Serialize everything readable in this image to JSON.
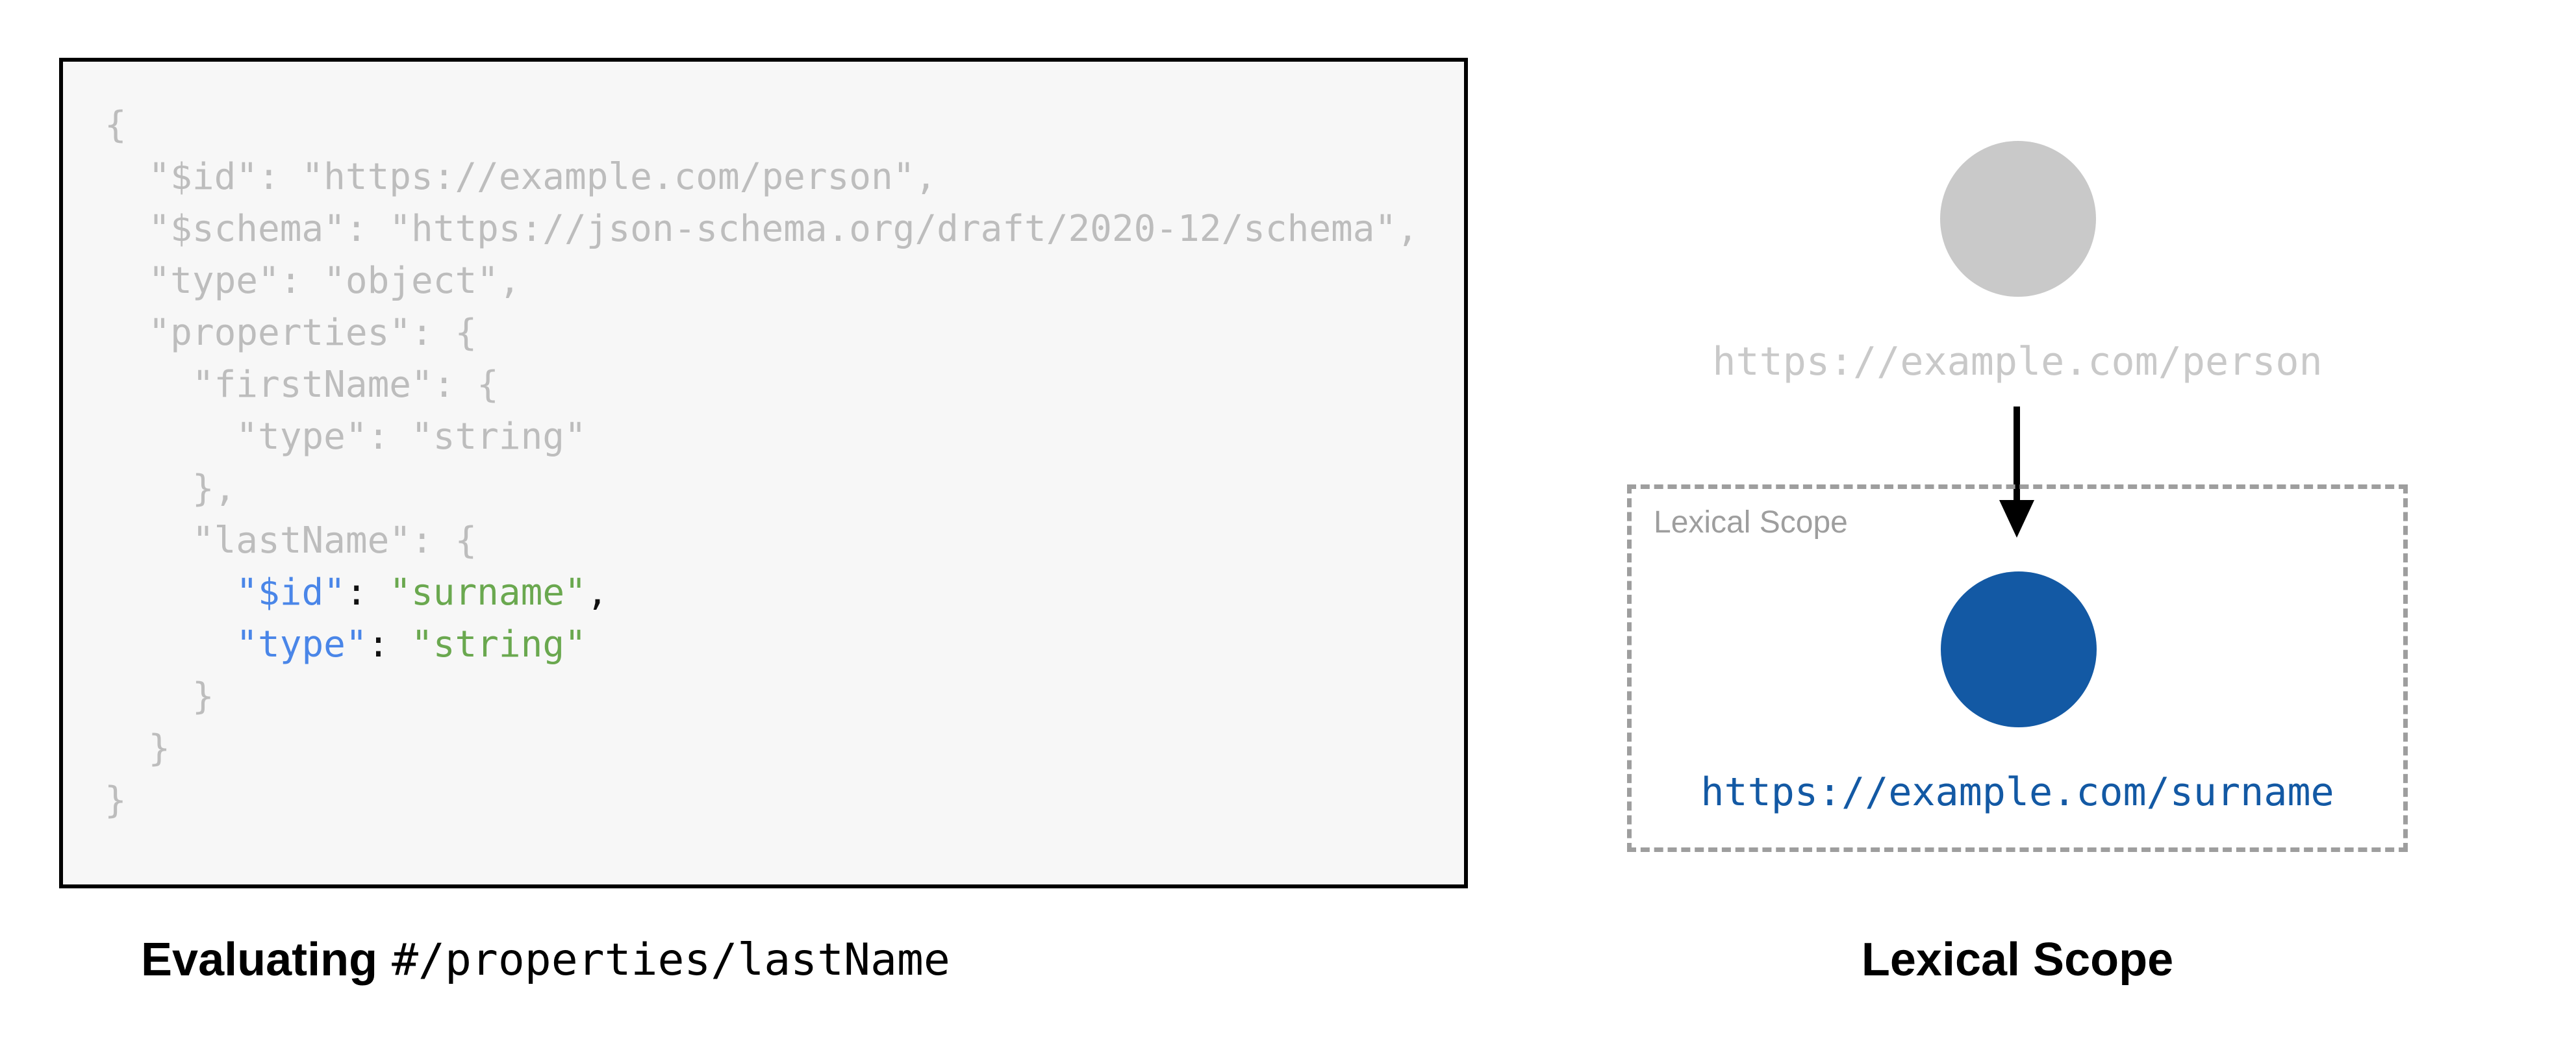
{
  "left_panel": {
    "code": {
      "lines": [
        {
          "plain": "{"
        },
        {
          "plain": "  \"$id\": \"https://example.com/person\","
        },
        {
          "plain": "  \"$schema\": \"https://json-schema.org/draft/2020-12/schema\","
        },
        {
          "plain": "  \"type\": \"object\","
        },
        {
          "plain": "  \"properties\": {"
        },
        {
          "plain": "    \"firstName\": {"
        },
        {
          "plain": "      \"type\": \"string\""
        },
        {
          "plain": "    },"
        },
        {
          "plain": "    \"lastName\": {"
        },
        {
          "indent": "      ",
          "key": "\"$id\"",
          "colon": ": ",
          "value": "\"surname\"",
          "comma": ","
        },
        {
          "indent": "      ",
          "key": "\"type\"",
          "colon": ": ",
          "value": "\"string\"",
          "comma": ""
        },
        {
          "plain": "    }"
        },
        {
          "plain": "  }"
        },
        {
          "plain": "}"
        }
      ]
    },
    "caption": {
      "bold_text": "Evaluating",
      "mono_text": "#/properties/lastName"
    }
  },
  "right_panel": {
    "parent_uri": "https://example.com/person",
    "scope_label": "Lexical Scope",
    "child_uri": "https://example.com/surname",
    "caption": "Lexical Scope"
  },
  "colors": {
    "code_gray": "#bdbdbd",
    "code_key_blue": "#4a86e8",
    "code_value_green": "#6aa84f",
    "panel_background": "#f7f7f7",
    "panel_border": "#000000",
    "parent_gray": "#c9c9c9",
    "scope_gray": "#9e9e9e",
    "scope_blue": "#1359a4"
  }
}
